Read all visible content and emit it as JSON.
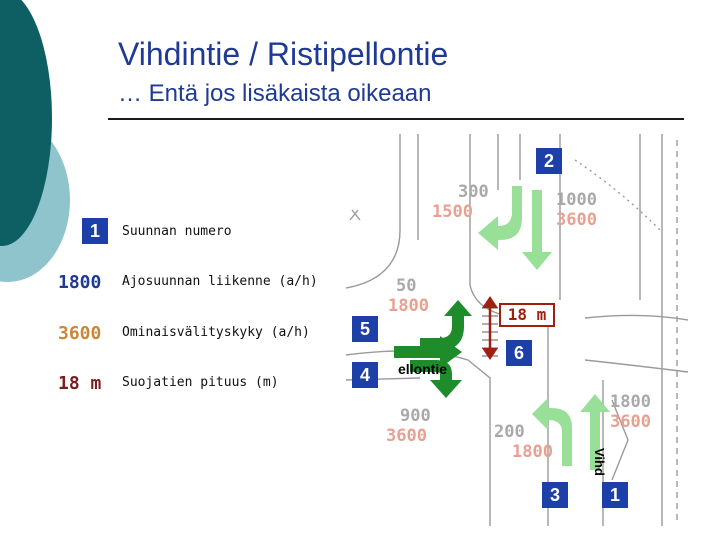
{
  "slide": {
    "title": "Vihdintie / Ristipellontie",
    "subtitle": "…  Entä jos lisäkaista oikeaan"
  },
  "legend": {
    "direction": {
      "key": "1",
      "label": "Suunnan numero"
    },
    "traffic": {
      "key": "1800",
      "label": "Ajosuunnan liikenne (a/h)",
      "color": "#1f3a93"
    },
    "capacity": {
      "key": "3600",
      "label": "Ominaisvälityskyky (a/h)",
      "color": "#c8873a"
    },
    "crosswalk": {
      "key": "18 m",
      "label": "Suojatien pituus (m)",
      "color": "#7a2020"
    }
  },
  "map": {
    "map_label": "ellontie",
    "street_label": "Vihd",
    "crosswalk_length": "18 m",
    "directions": [
      {
        "number": "2"
      },
      {
        "number": "6"
      },
      {
        "number": "5"
      },
      {
        "number": "4"
      },
      {
        "number": "3"
      },
      {
        "number": "1"
      }
    ],
    "flows": [
      {
        "volume": "300",
        "capacity": "1500"
      },
      {
        "volume": "1000",
        "capacity": "3600"
      },
      {
        "volume": "50",
        "capacity": "1800"
      },
      {
        "volume": "900",
        "capacity": "3600"
      },
      {
        "volume": "200",
        "capacity": "1800"
      },
      {
        "volume": "1800",
        "capacity": "3600"
      }
    ]
  },
  "colors": {
    "title": "#1f3a93",
    "box": "#1c3fa8",
    "dark_arrow": "#1e8c2a",
    "light_arrow": "#98e098",
    "crosswalk": "#a02010",
    "volume_text": "#a9a9a9",
    "capacity_text": "#e8a090"
  }
}
